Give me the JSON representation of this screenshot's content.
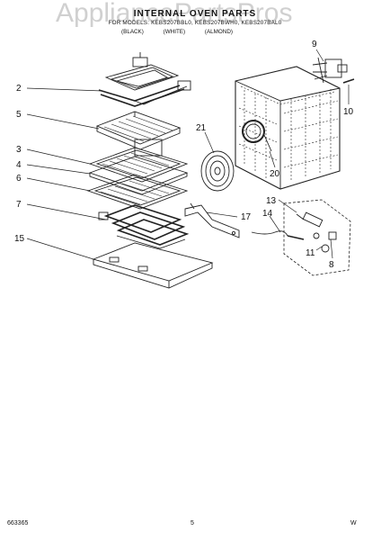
{
  "header": {
    "watermark": "AppliancePartsPros",
    "title": "INTERNAL OVEN PARTS",
    "models_line": "FOR MODELS: KEBS207BBL0, KEBS207BWH0, KEBS207BAL0",
    "color_codes": [
      "(BLACK)",
      "(WHITE)",
      "(ALMOND)"
    ]
  },
  "callouts": [
    "2",
    "5",
    "3",
    "4",
    "6",
    "7",
    "15",
    "21",
    "17",
    "9",
    "10",
    "20",
    "13",
    "14",
    "11",
    "8"
  ],
  "footer": {
    "code_left": "663365",
    "page": "5",
    "code_right": "W"
  }
}
